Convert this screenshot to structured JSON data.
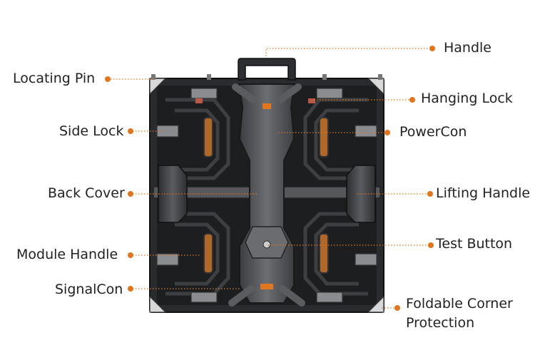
{
  "accent_color": "#e0761e",
  "labels": {
    "handle": "Handle",
    "locating_pin": "Locating Pin",
    "hanging_lock": "Hanging Lock",
    "side_lock": "Side Lock",
    "powercon": "PowerCon",
    "back_cover": "Back Cover",
    "lifting_handle": "Lifting Handle",
    "module_handle": "Module Handle",
    "test_button": "Test Button",
    "signalcon": "SignalCon",
    "foldable_corner_line1": "Foldable Corner",
    "foldable_corner_line2": "Protection"
  }
}
